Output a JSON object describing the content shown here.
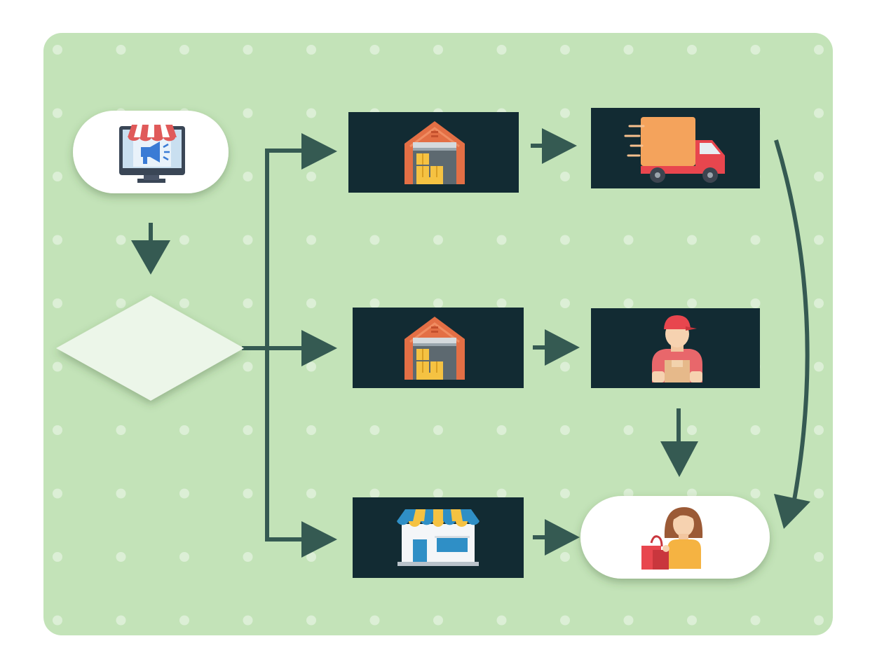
{
  "colors": {
    "panel": "#c3e3b8",
    "dot": "#dcefd6",
    "node_dark": "#122b33",
    "arrow": "#355a52",
    "pill": "#ffffff",
    "decision": "#ecf6e9"
  },
  "nodes": [
    {
      "id": "online-store",
      "shape": "pill",
      "icon": "online-store-megaphone-icon"
    },
    {
      "id": "decision",
      "shape": "diamond",
      "icon": ""
    },
    {
      "id": "warehouse-1",
      "shape": "rect",
      "icon": "warehouse-icon"
    },
    {
      "id": "delivery-truck",
      "shape": "rect",
      "icon": "delivery-truck-icon"
    },
    {
      "id": "warehouse-2",
      "shape": "rect",
      "icon": "warehouse-icon"
    },
    {
      "id": "courier",
      "shape": "rect",
      "icon": "courier-person-icon"
    },
    {
      "id": "retail-store",
      "shape": "rect",
      "icon": "retail-store-icon"
    },
    {
      "id": "customer",
      "shape": "pill",
      "icon": "shopper-with-bag-icon"
    }
  ],
  "edges": [
    {
      "from": "online-store",
      "to": "decision"
    },
    {
      "from": "decision",
      "to": "warehouse-1"
    },
    {
      "from": "decision",
      "to": "warehouse-2"
    },
    {
      "from": "decision",
      "to": "retail-store"
    },
    {
      "from": "warehouse-1",
      "to": "delivery-truck"
    },
    {
      "from": "warehouse-2",
      "to": "courier"
    },
    {
      "from": "retail-store",
      "to": "customer"
    },
    {
      "from": "courier",
      "to": "customer"
    },
    {
      "from": "delivery-truck",
      "to": "customer"
    }
  ]
}
